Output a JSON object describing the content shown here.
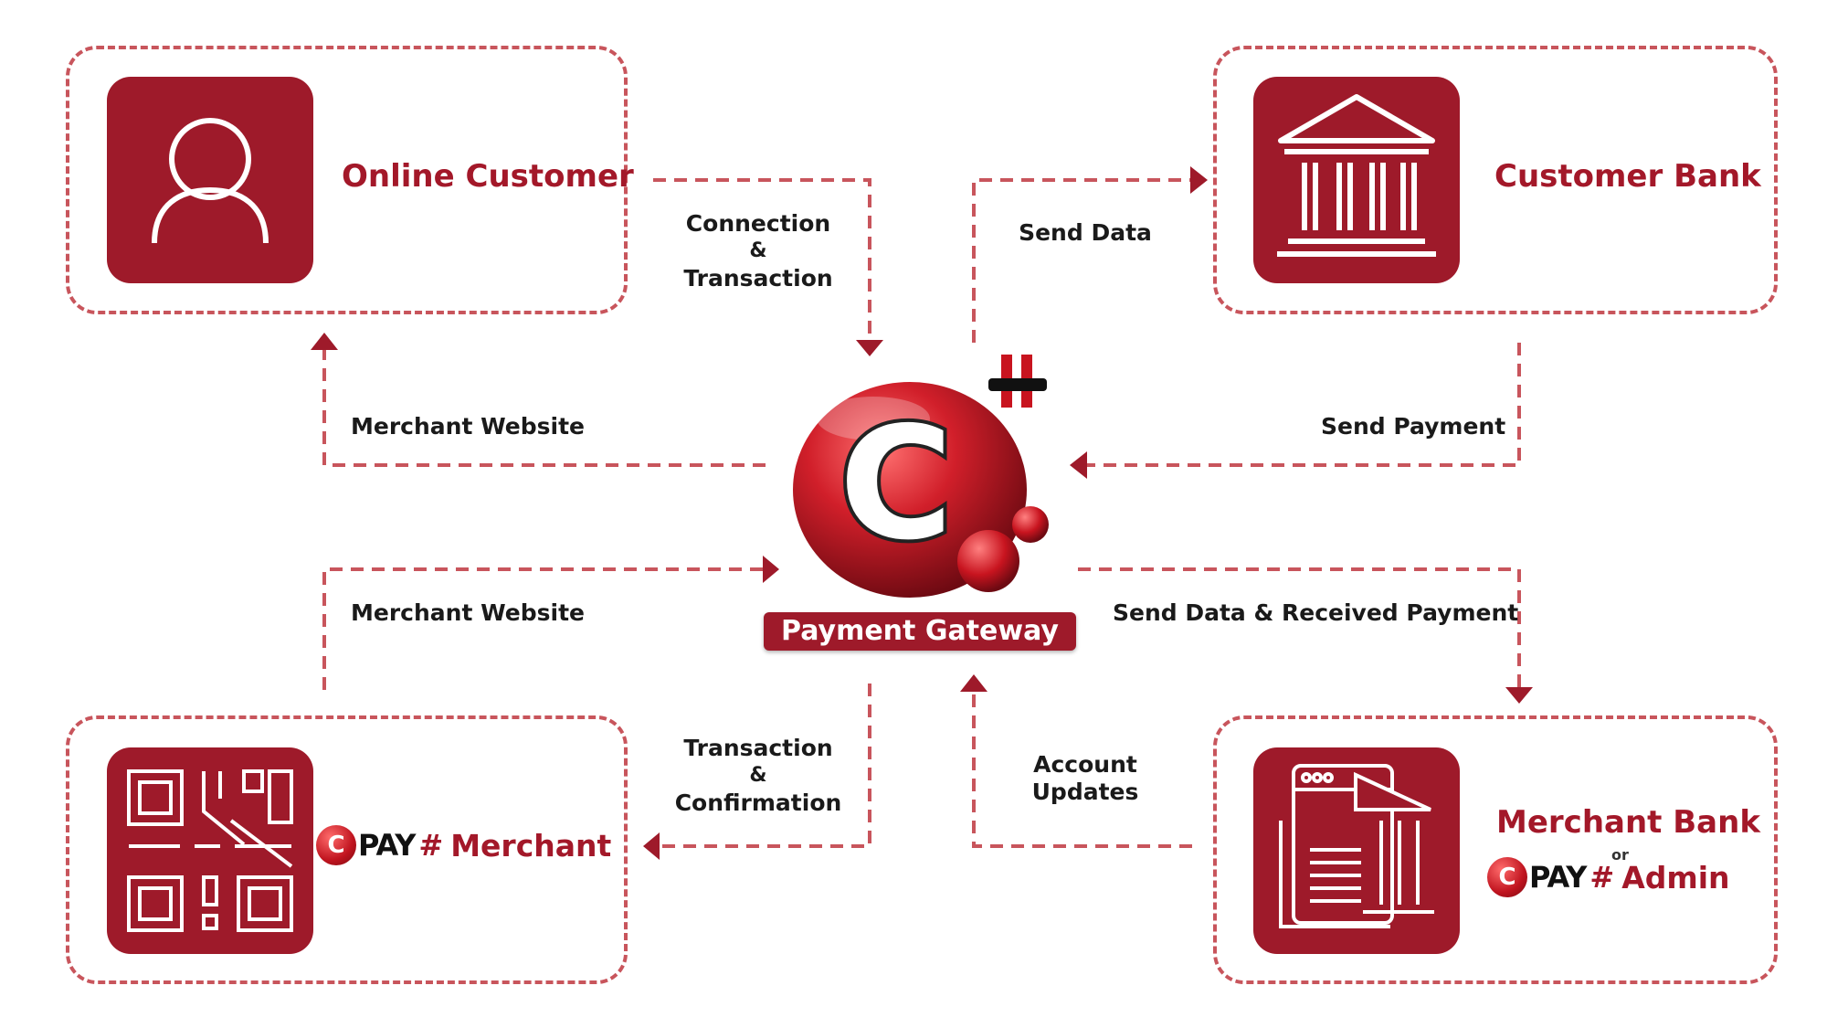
{
  "nodes": {
    "online_customer": {
      "title": "Online Customer"
    },
    "customer_bank": {
      "title": "Customer Bank"
    },
    "merchant": {
      "brand_pay": "PAY",
      "brand_hash": "#",
      "title": "Merchant"
    },
    "merchant_bank": {
      "title": "Merchant Bank",
      "or": "or",
      "brand_pay": "PAY",
      "brand_hash": "#",
      "admin": "Admin"
    },
    "gateway": {
      "label": "Payment Gateway",
      "logo_letter": "C",
      "logo_mark": "#"
    }
  },
  "edges": {
    "connection_transaction": [
      "Connection",
      "&",
      "Transaction"
    ],
    "send_data": "Send Data",
    "merchant_website_top": "Merchant Website",
    "send_payment": "Send Payment",
    "merchant_website_bottom": "Merchant Website",
    "send_data_received_payment": "Send Data & Received Payment",
    "transaction_confirmation": [
      "Transaction",
      "&",
      "Confirmation"
    ],
    "account_updates": [
      "Account",
      "Updates"
    ]
  },
  "icons": {
    "online_customer": "user-icon",
    "customer_bank": "bank-icon",
    "merchant": "qr-code-icon",
    "merchant_bank": "bank-website-icon",
    "gateway": "cpay-logo-icon"
  },
  "colors": {
    "brand": "#9e1a2a",
    "title": "#a31829",
    "dash_a": "#c8555c",
    "dash_b": "#5fa8a8"
  }
}
